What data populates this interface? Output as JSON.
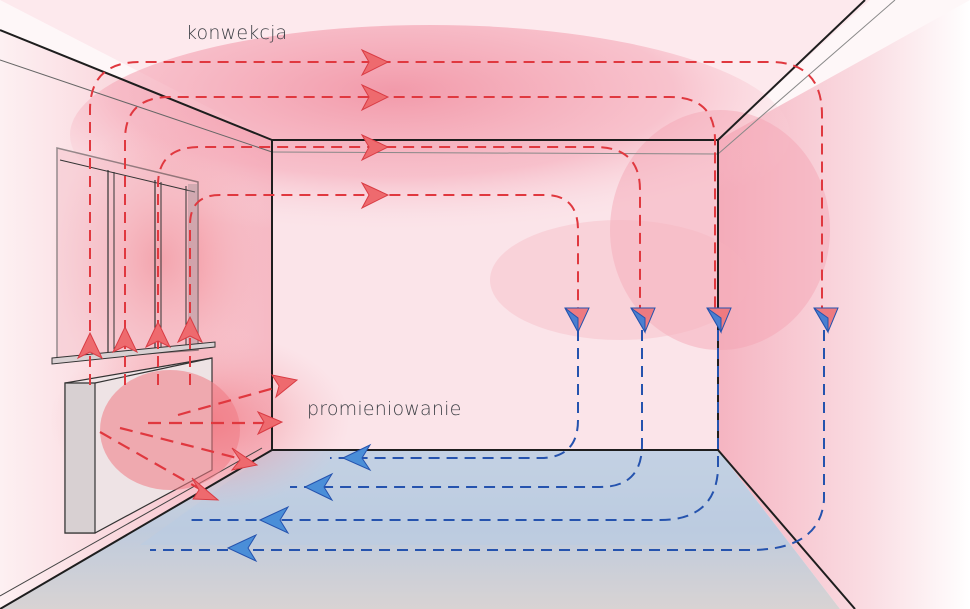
{
  "diagram": {
    "labels": {
      "convection": "konwekcja",
      "radiation": "promieniowanie"
    },
    "colors": {
      "warm_air": "#e8414a",
      "cool_air": "#2a5cb8",
      "warm_arrow_fill": "#ee6a6e",
      "cool_arrow_fill": "#4a8ed8",
      "wall_shading": "#f3a3b3",
      "floor_shading": "#c9cdd6",
      "room_lines": "#1e1e1e"
    },
    "elements": {
      "heater": "radiator-under-window",
      "window": "triple-pane-window",
      "convection_loops": 4,
      "radiation_arrows": 4,
      "up_arrows": 4,
      "down_arrows": 4,
      "floor_return_arrows": 4
    }
  }
}
